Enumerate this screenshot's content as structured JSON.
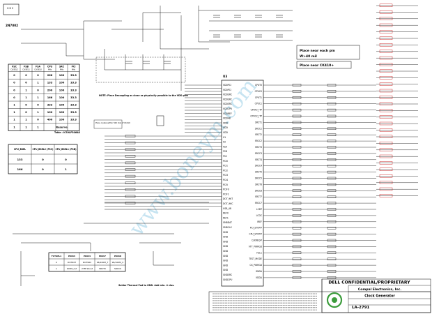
{
  "part_label": "2N7002",
  "component_tag": "G D S",
  "ic_label": "U3",
  "notes": {
    "near_pin": "Place near each pin",
    "within": "W>40 mil",
    "near_ck": "Place near CK410+",
    "decoupling": "NOTE: Place Decoupling as close as physically possible to the VDD pins",
    "crystal": "Place crystal within 500 mils of CK410",
    "solder": "Solder Thermal Pad to GND. Add min. 4 vias."
  },
  "freq_table": {
    "headers": [
      "FSC CLKSEL2",
      "FSB CLKSEL1",
      "FSA CLKSEL0",
      "CPU MHz",
      "SRC MHz",
      "PCI MHz"
    ],
    "rows": [
      [
        "0",
        "0",
        "0",
        "266",
        "100",
        "33.3"
      ],
      [
        "0",
        "0",
        "1",
        "133",
        "100",
        "33.3"
      ],
      [
        "0",
        "1",
        "0",
        "200",
        "100",
        "33.3"
      ],
      [
        "0",
        "1",
        "1",
        "166",
        "100",
        "33.3"
      ],
      [
        "1",
        "0",
        "0",
        "333",
        "100",
        "33.3"
      ],
      [
        "1",
        "0",
        "1",
        "100",
        "100",
        "33.3"
      ],
      [
        "1",
        "1",
        "0",
        "400",
        "100",
        "33.3"
      ],
      [
        "1",
        "1",
        "1",
        "",
        "Reserve",
        ""
      ]
    ],
    "caption": "Table : ICS9LP306AK"
  },
  "sel_table": {
    "headers": [
      "CPU_BSEL",
      "CPU_BSEL2 (FSC)",
      "CPU_BSEL1 (FSB)"
    ],
    "rows": [
      [
        "133",
        "0",
        "0"
      ],
      [
        "166",
        "0",
        "1"
      ]
    ]
  },
  "pin_table": {
    "headers": [
      "FCTSEL1",
      "PIN43",
      "PIN44",
      "PIN47",
      "PIN48"
    ],
    "rows": [
      [
        "0",
        "DOT96T",
        "DOT96C",
        "96/100M_T",
        "96/100M_C"
      ],
      [
        "1",
        "100M_out",
        "27M SSout",
        "SRCT0",
        "SRCC0"
      ]
    ]
  },
  "title_block": {
    "company_banner": "DELL CONFIDENTIAL/PROPRIETARY",
    "company": "Compal Electronics, Inc.",
    "title": "Clock Generator",
    "doc_no": "LA-2791"
  },
  "watermark": "www.boneym.com",
  "chip_pins_left": [
    "VDDPCI",
    "VDDPCI",
    "VDDSRC",
    "VDDSRC",
    "VDDSRC",
    "VDDCPU",
    "VDDREF",
    "VDD48",
    "VDD",
    "VDD",
    "VDD",
    "X1",
    "X2",
    "FSA",
    "FSB",
    "FSC",
    "PCI0",
    "PCI1",
    "PCI2",
    "PCI3",
    "PCI4",
    "PCI5",
    "PCIF0",
    "PCIF1",
    "DOT_96T",
    "DOT_96C",
    "USB_48",
    "REF0",
    "REF1",
    "SMBDAT",
    "SMBCLK",
    "GND",
    "GND",
    "GND",
    "GND",
    "GND",
    "GND",
    "GND",
    "GND",
    "GND",
    "GNDSRC",
    "GNDCPU"
  ],
  "chip_pins_right": [
    "CPUT0",
    "CPUC0",
    "CPUT1",
    "CPUC1",
    "CPUT2_ITP",
    "CPUC2_ITP",
    "SRCT1",
    "SRCC1",
    "SRCT2",
    "SRCC2",
    "SRCT3",
    "SRCC3",
    "SRCT4",
    "SRCC4",
    "SRCT5",
    "SRCC5",
    "SRCT6",
    "SRCC6",
    "SRCT7",
    "SRCC7",
    "LCDT",
    "LCDC",
    "IREF",
    "PCI_STOP#",
    "CPU_STOP#",
    "CLKREQ#",
    "VTT_PWRGD",
    "FSLC",
    "TEST_MODE",
    "CK_PWRGD",
    "GNDA",
    "VDDA"
  ]
}
